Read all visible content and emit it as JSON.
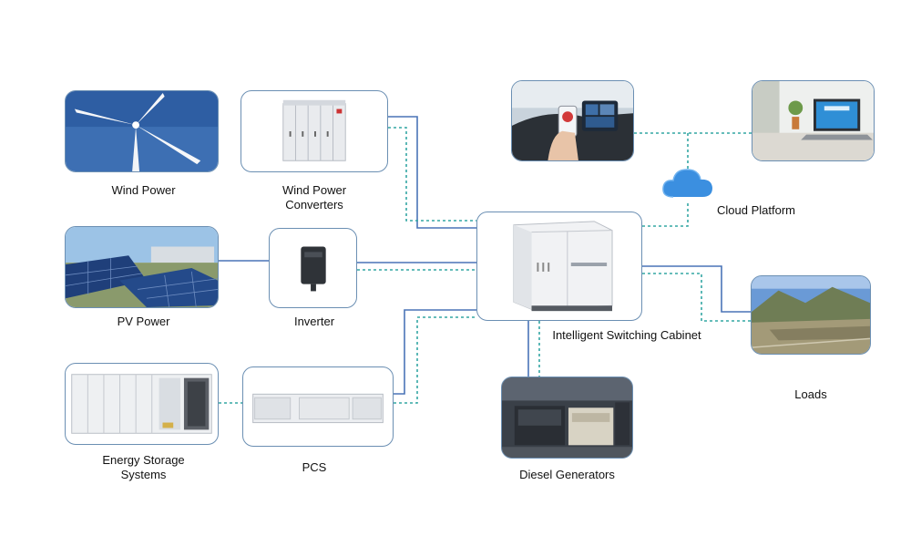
{
  "colors": {
    "solid_line": "#4a74b7",
    "dashed_line": "#34a7a4",
    "node_border": "#6b8fb3"
  },
  "labels": {
    "wind_power": "Wind Power",
    "wind_power_converters_l1": "Wind Power",
    "wind_power_converters_l2": "Converters",
    "pv_power": "PV Power",
    "inverter": "Inverter",
    "energy_storage_l1": "Energy Storage",
    "energy_storage_l2": "Systems",
    "pcs": "PCS",
    "switching_cabinet": "Intelligent Switching Cabinet",
    "diesel_generators": "Diesel Generators",
    "cloud_platform": "Cloud Platform",
    "loads": "Loads"
  },
  "icons": {
    "wind_power": "wind-turbine-icon",
    "wind_power_converters": "converter-cabinet-icon",
    "pv_power": "solar-panel-icon",
    "inverter": "inverter-icon",
    "energy_storage": "battery-container-icon",
    "pcs": "pcs-cabinet-icon",
    "switching_cabinet": "switching-cabinet-icon",
    "diesel_generators": "generator-icon",
    "vehicle_app": "car-dashboard-phone-icon",
    "laptop": "laptop-desk-icon",
    "cloud": "cloud-icon",
    "loads": "mountain-valley-icon"
  }
}
